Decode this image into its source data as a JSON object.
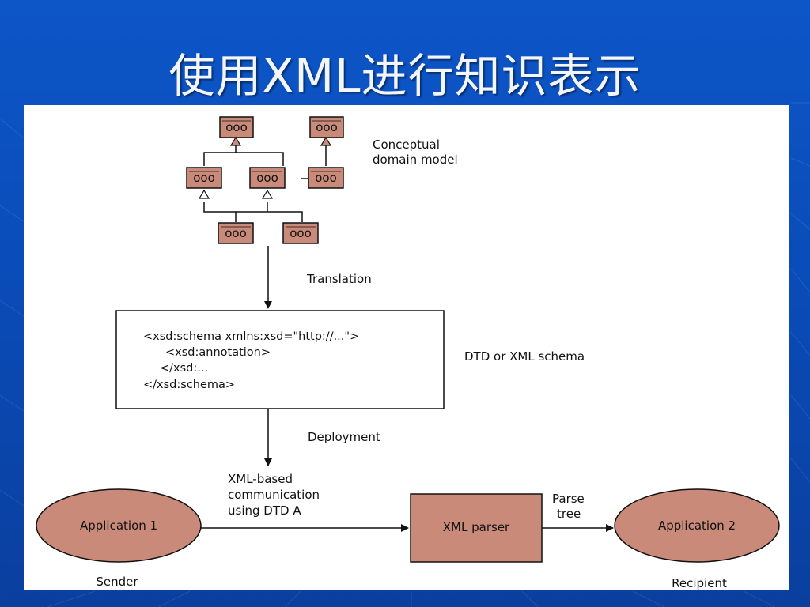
{
  "slide": {
    "title": "使用XML进行知识表示"
  },
  "diagram": {
    "conceptual_model_label": [
      "Conceptual",
      "domain model"
    ],
    "class_box_dots": "ooo",
    "translation_label": "Translation",
    "schema_code": [
      "<xsd:schema   xmlns:xsd=\"http://...\">",
      "<xsd:annotation>",
      "</xsd:...",
      "</xsd:schema>"
    ],
    "schema_label": "DTD or XML schema",
    "deployment_label": "Deployment",
    "communication_label": [
      "XML-based",
      "communication",
      "using DTD A"
    ],
    "app1": "Application 1",
    "sender": "Sender",
    "parser": "XML parser",
    "parse_tree_label": [
      "Parse",
      "tree"
    ],
    "app2": "Application 2",
    "recipient": "Recipient",
    "colors": {
      "node_fill": "#c98a7a",
      "slide_bg": "#0b4fbf",
      "panel": "#ffffff",
      "line": "#111111"
    }
  }
}
